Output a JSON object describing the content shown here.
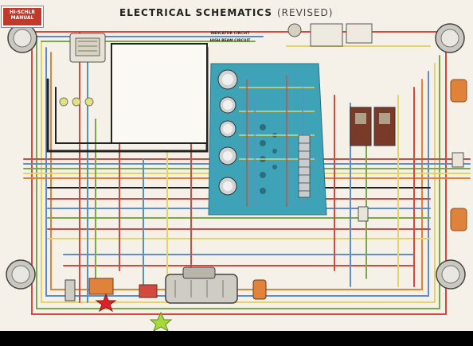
{
  "title": "ELECTRICAL SCHEMATICS",
  "title_suffix": "(REVISED)",
  "logo_text": "HI-SCHLR\nMANUAL",
  "callouts": {
    "indicator": "INDICATOR CIRCUIT",
    "high_beam": "HIGH BEAM CIRCUIT"
  },
  "colors": {
    "background": "#f5f1e8",
    "dashboard": "#3fa3b8",
    "wire_red": "#d24a3f",
    "wire_green": "#7aa84a",
    "wire_yellow": "#e4d26a",
    "wire_blue": "#5b8ec6",
    "wire_black": "#222222",
    "wire_orange": "#e0823a",
    "marker_red": "#e0202a",
    "marker_green": "#a6d93a"
  },
  "icons": [
    "headlamp-icon",
    "gauge-icon",
    "relay-icon",
    "starter-motor-icon",
    "generator-icon",
    "bulb-icon",
    "switch-icon",
    "star-marker-icon"
  ]
}
